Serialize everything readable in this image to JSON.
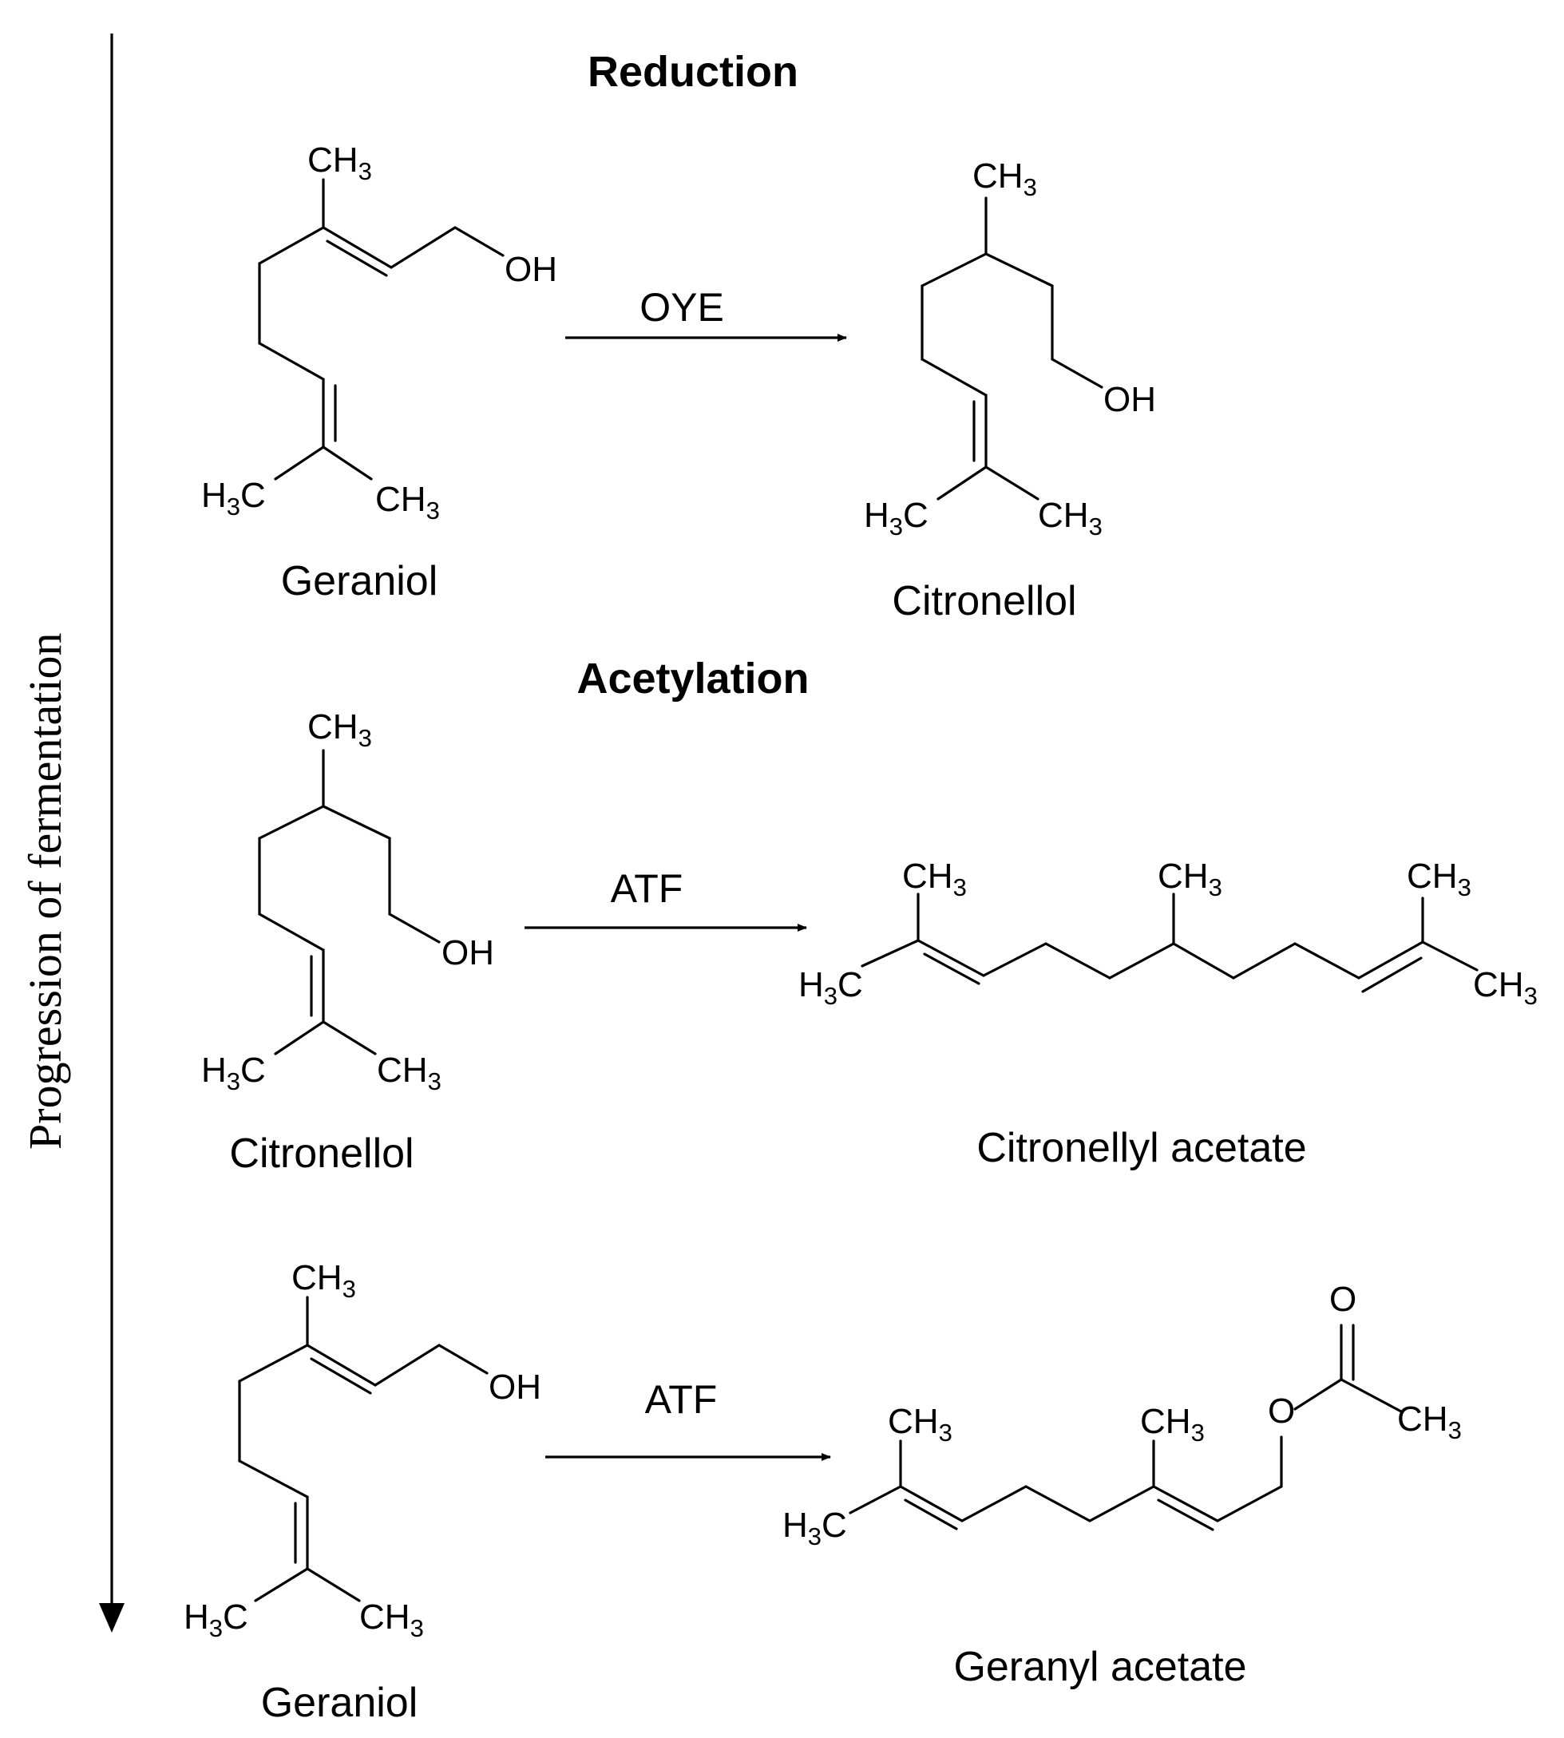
{
  "axis_label": "Progression of fermentation",
  "atoms": {
    "methyl": "CH",
    "methyl_left": "H",
    "methyl_c": "C",
    "sub3": "3",
    "oh": "OH",
    "o": "O"
  },
  "reactions": [
    {
      "heading": "Reduction",
      "enzyme": "OYE",
      "substrate": "Geraniol",
      "product": "Citronellol"
    },
    {
      "heading": "Acetylation",
      "enzyme": "ATF",
      "substrate": "Citronellol",
      "product": "Citronellyl acetate"
    },
    {
      "heading": "",
      "enzyme": "ATF",
      "substrate": "Geraniol",
      "product": "Geranyl acetate"
    }
  ]
}
